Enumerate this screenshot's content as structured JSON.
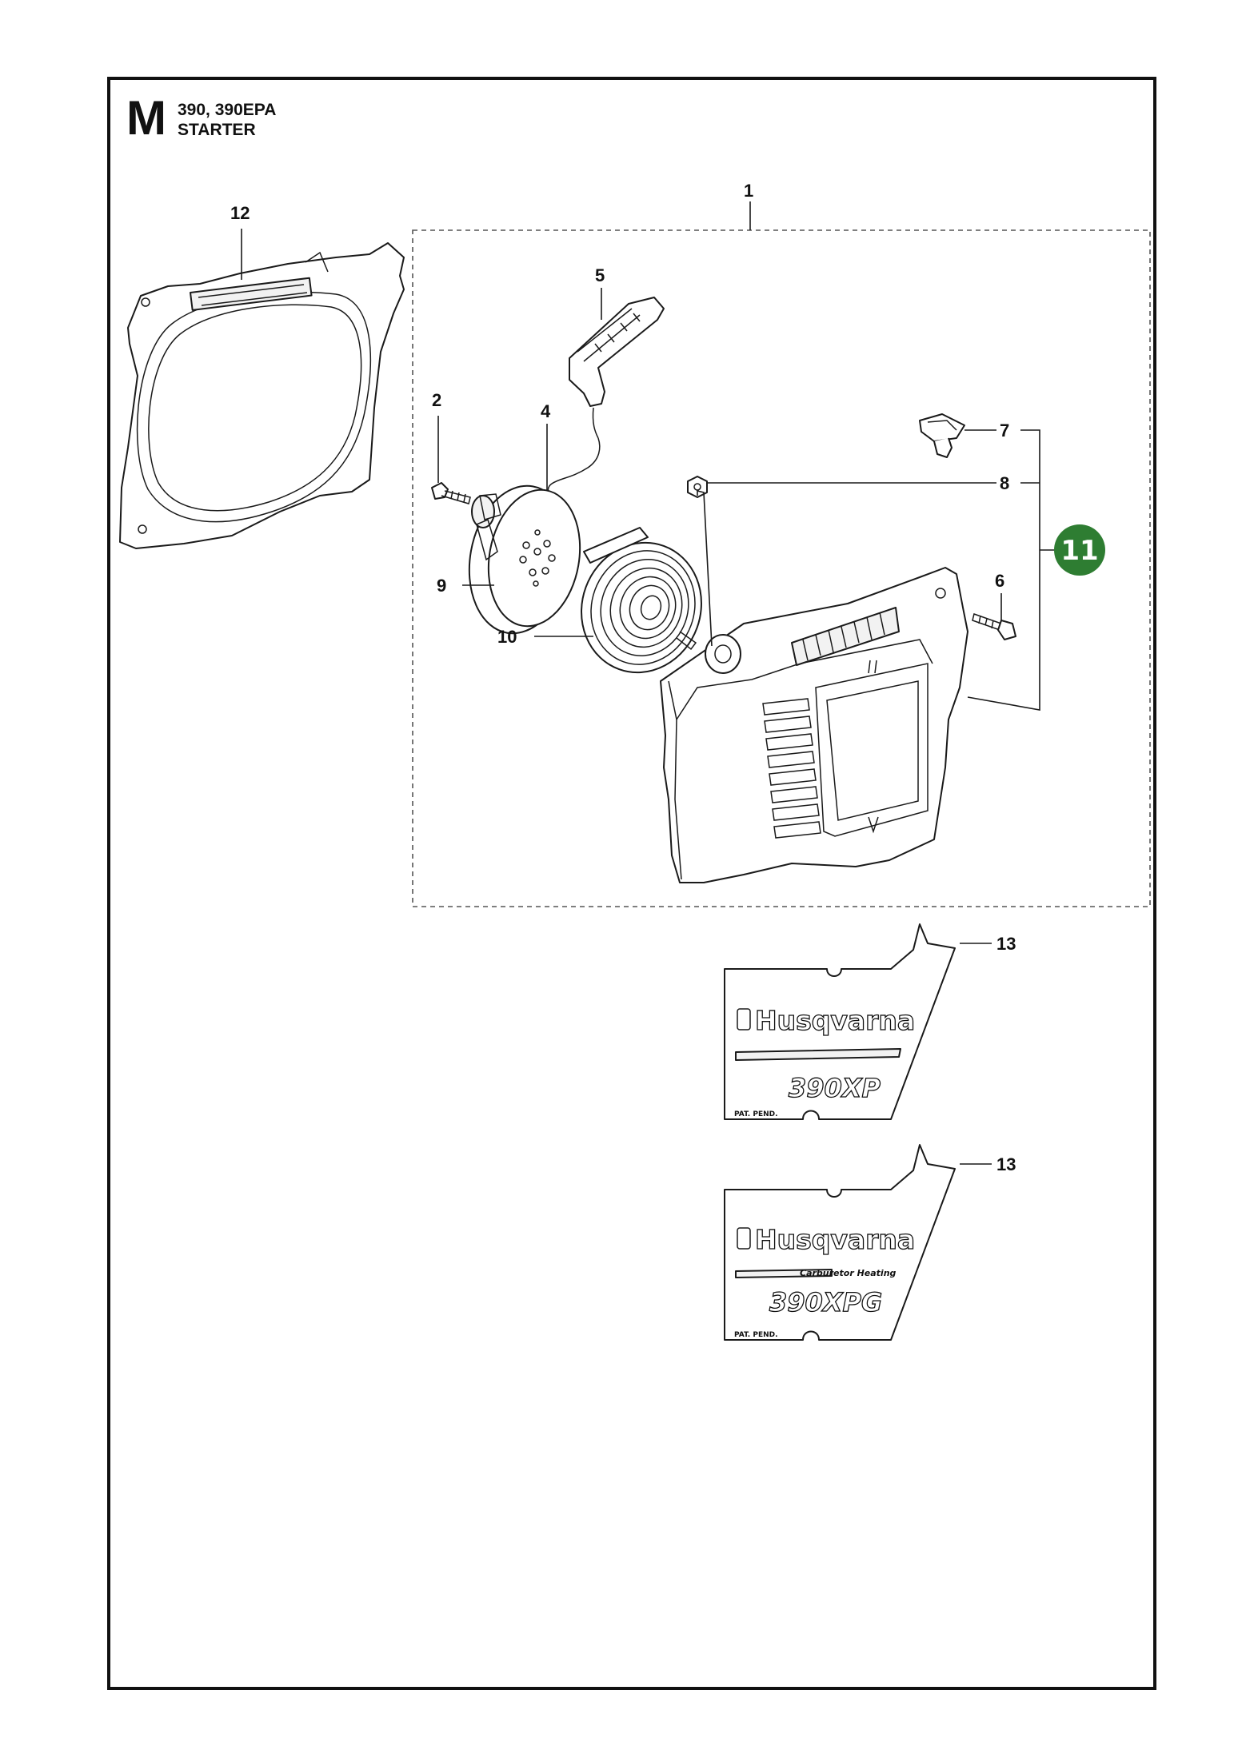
{
  "header": {
    "section_letter": "M",
    "models": "390, 390EPA",
    "title": "STARTER"
  },
  "callouts": [
    {
      "id": "c1",
      "label": "1"
    },
    {
      "id": "c2",
      "label": "2"
    },
    {
      "id": "c4",
      "label": "4"
    },
    {
      "id": "c5",
      "label": "5"
    },
    {
      "id": "c6",
      "label": "6"
    },
    {
      "id": "c7",
      "label": "7"
    },
    {
      "id": "c8",
      "label": "8"
    },
    {
      "id": "c9",
      "label": "9"
    },
    {
      "id": "c10",
      "label": "10"
    },
    {
      "id": "c12",
      "label": "12"
    },
    {
      "id": "c13a",
      "label": "13"
    },
    {
      "id": "c13b",
      "label": "13"
    }
  ],
  "highlight": {
    "label": "11",
    "color": "#2e7d32"
  },
  "decals": [
    {
      "brand": "Husqvarna",
      "subtitle": "",
      "model": "390XP",
      "footnote": "PAT. PEND."
    },
    {
      "brand": "Husqvarna",
      "subtitle": "Carburetor Heating",
      "model": "390XPG",
      "footnote": "PAT. PEND."
    }
  ]
}
